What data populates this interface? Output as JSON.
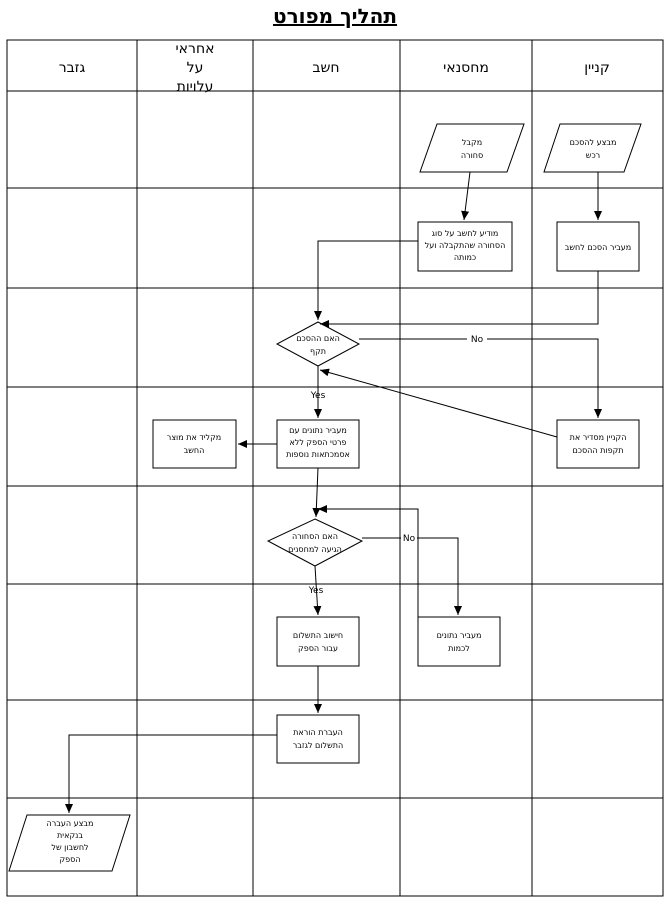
{
  "title": "תהליך מפורט",
  "lanes": [
    "גזבר",
    "אחראי על עלויות",
    "חשב",
    "מחסנאי",
    "קניין"
  ],
  "lane_header_lines": {
    "lane1": [
      "אחראי",
      "על",
      "עלויות"
    ]
  },
  "shapes": {
    "buyer_start": [
      "מבצע להסכם",
      "רכש"
    ],
    "store_receive": [
      "מקבל",
      "סחורה"
    ],
    "store_report": [
      "מודיע לחשב על סוג",
      "הסחורה שהתקבלה ועל",
      "כמותה"
    ],
    "buyer_transfer": [
      "מעביר הסכם לחשב"
    ],
    "decision_valid": [
      "האם ההסכם",
      "תקף"
    ],
    "buyer_fix": [
      "הקניין מסדיר את",
      "תקפות ההסכם"
    ],
    "acct_transfer_data": [
      "מעביר נתונים עם",
      "פרטי הספק ללא",
      "אסמכתאות נוספות"
    ],
    "cost_record": [
      "מקליד את מוצר",
      "החשב"
    ],
    "decision_match": [
      "האם הסחורה",
      "הגיעה למחסנים"
    ],
    "store_transfer": [
      "מעביר נתונים",
      "לכמות"
    ],
    "acct_calc": [
      "חישוב התשלום",
      "עבור הספק"
    ],
    "acct_order": [
      "העברת הוראת",
      "התשלום לגזבר"
    ],
    "treasurer_pay": [
      "מבצע העברה",
      "בנקאית",
      "לחשבון של",
      "הספק"
    ]
  },
  "edge_labels": {
    "no1": "No",
    "yes1": "Yes",
    "no2": "No",
    "yes2": "Yes"
  }
}
